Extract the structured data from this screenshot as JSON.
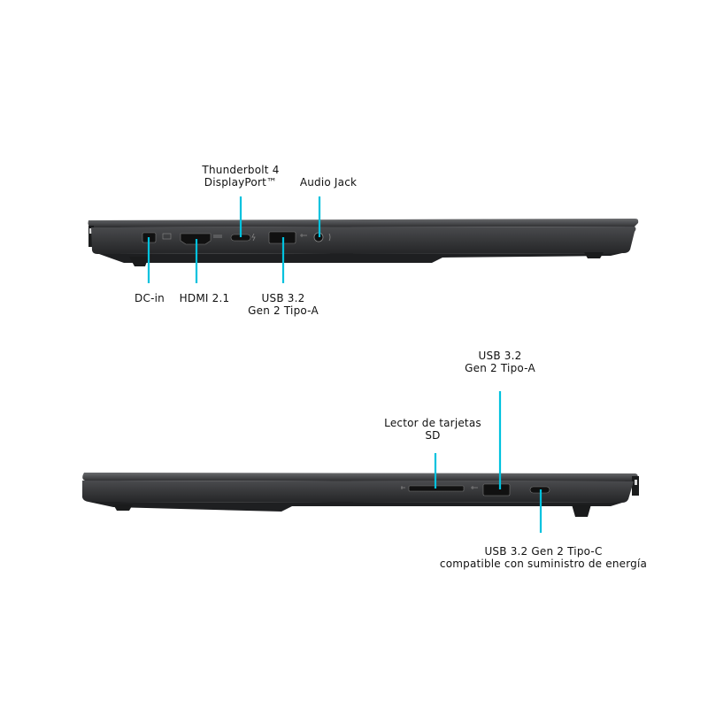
{
  "colors": {
    "accent": "#00c2de",
    "chassis": "#3a3b3d",
    "chassis_dark": "#222324",
    "text": "#111111"
  },
  "left_side": {
    "thunderbolt": {
      "line1": "Thunderbolt 4",
      "line2": "DisplayPort™"
    },
    "audio": {
      "line1": "Audio Jack"
    },
    "dc_in": {
      "line1": "DC-in"
    },
    "hdmi": {
      "line1": "HDMI 2.1"
    },
    "usb_a": {
      "line1": "USB 3.2",
      "line2": "Gen 2 Tipo-A"
    }
  },
  "right_side": {
    "usb_a": {
      "line1": "USB 3.2",
      "line2": "Gen 2 Tipo-A"
    },
    "sd_reader": {
      "line1": "Lector de tarjetas",
      "line2": "SD"
    },
    "usb_c": {
      "line1": "USB 3.2 Gen 2 Tipo-C",
      "line2": "compatible con suministro de energía"
    }
  }
}
